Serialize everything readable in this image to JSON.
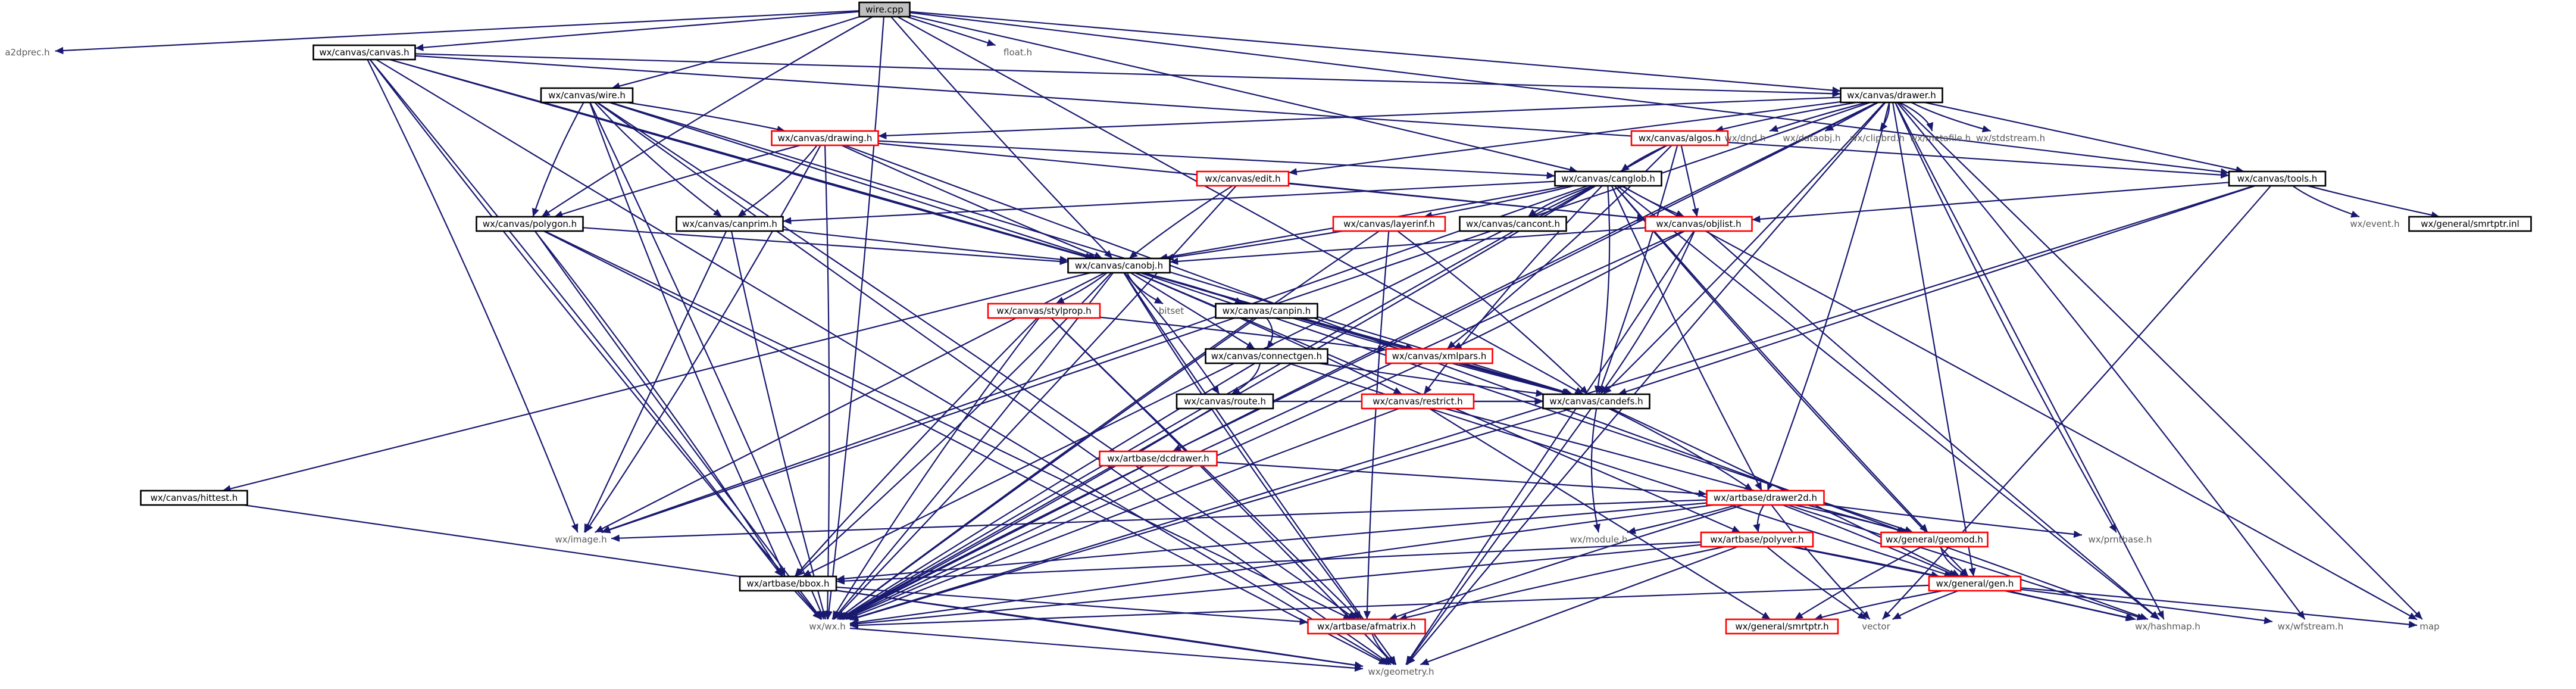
{
  "colors": {
    "edge": "#191970",
    "box_border": "#000000",
    "red_border": "#ff0000",
    "root_fill": "#bfbfbf",
    "box_fill": "#ffffff"
  },
  "nodes": [
    {
      "id": "wire_cpp",
      "label": "wire.cpp",
      "style": "root"
    },
    {
      "id": "a2dprec",
      "label": "a2dprec.h",
      "style": "plain"
    },
    {
      "id": "canvas_h",
      "label": "wx/canvas/canvas.h",
      "style": "black"
    },
    {
      "id": "float_h",
      "label": "float.h",
      "style": "plain"
    },
    {
      "id": "drawer_h",
      "label": "wx/canvas/drawer.h",
      "style": "black"
    },
    {
      "id": "wire_h",
      "label": "wx/canvas/wire.h",
      "style": "black"
    },
    {
      "id": "drawing_h",
      "label": "wx/canvas/drawing.h",
      "style": "red"
    },
    {
      "id": "algos_h",
      "label": "wx/canvas/algos.h",
      "style": "red"
    },
    {
      "id": "dnd_h",
      "label": "wx/dnd.h",
      "style": "plain"
    },
    {
      "id": "dataobj_h",
      "label": "wx/dataobj.h",
      "style": "plain"
    },
    {
      "id": "clipbrd_h",
      "label": "wx/clipbrd.h",
      "style": "plain"
    },
    {
      "id": "metafile_h",
      "label": "wx/metafile.h",
      "style": "plain"
    },
    {
      "id": "stdstream_h",
      "label": "wx/stdstream.h",
      "style": "plain"
    },
    {
      "id": "edit_h",
      "label": "wx/canvas/edit.h",
      "style": "red"
    },
    {
      "id": "canglob_h",
      "label": "wx/canvas/canglob.h",
      "style": "black"
    },
    {
      "id": "tools_h",
      "label": "wx/canvas/tools.h",
      "style": "black"
    },
    {
      "id": "polygon_h",
      "label": "wx/canvas/polygon.h",
      "style": "black"
    },
    {
      "id": "canprim_h",
      "label": "wx/canvas/canprim.h",
      "style": "black"
    },
    {
      "id": "layerinf_h",
      "label": "wx/canvas/layerinf.h",
      "style": "red"
    },
    {
      "id": "cancont_h",
      "label": "wx/canvas/cancont.h",
      "style": "black"
    },
    {
      "id": "objlist_h",
      "label": "wx/canvas/objlist.h",
      "style": "red"
    },
    {
      "id": "event_h",
      "label": "wx/event.h",
      "style": "plain"
    },
    {
      "id": "smrtptr_h",
      "label": "wx/general/smrtptr.inl",
      "style": "black"
    },
    {
      "id": "canobj_h",
      "label": "wx/canvas/canobj.h",
      "style": "black"
    },
    {
      "id": "stylprop_h",
      "label": "wx/canvas/stylprop.h",
      "style": "red"
    },
    {
      "id": "canpin_h",
      "label": "wx/canvas/canpin.h",
      "style": "black"
    },
    {
      "id": "bitset",
      "label": "bitset",
      "style": "plain"
    },
    {
      "id": "xmlpars_h",
      "label": "wx/canvas/xmlpars.h",
      "style": "red"
    },
    {
      "id": "connectgen_h",
      "label": "wx/canvas/connectgen.h",
      "style": "black"
    },
    {
      "id": "route_h",
      "label": "wx/canvas/route.h",
      "style": "black"
    },
    {
      "id": "restrict_h",
      "label": "wx/canvas/restrict.h",
      "style": "red"
    },
    {
      "id": "candefs_h",
      "label": "wx/canvas/candefs.h",
      "style": "black"
    },
    {
      "id": "hittest_h",
      "label": "wx/canvas/hittest.h",
      "style": "black"
    },
    {
      "id": "dcdrawer_h",
      "label": "wx/artbase/dcdrawer.h",
      "style": "red"
    },
    {
      "id": "drawer2d_h",
      "label": "wx/artbase/drawer2d.h",
      "style": "red"
    },
    {
      "id": "image_h",
      "label": "wx/image.h",
      "style": "plain"
    },
    {
      "id": "module_h",
      "label": "wx/module.h",
      "style": "plain"
    },
    {
      "id": "geomod_h",
      "label": "wx/general/geomod.h",
      "style": "red"
    },
    {
      "id": "prntbase_h",
      "label": "wx/prntbase.h",
      "style": "plain"
    },
    {
      "id": "polyver_h",
      "label": "wx/artbase/polyver.h",
      "style": "red"
    },
    {
      "id": "bbox_h",
      "label": "wx/artbase/bbox.h",
      "style": "black"
    },
    {
      "id": "gen_h",
      "label": "wx/general/gen.h",
      "style": "red"
    },
    {
      "id": "wx_h",
      "label": "wx/wx.h",
      "style": "plain"
    },
    {
      "id": "afmatrix_h",
      "label": "wx/artbase/afmatrix.h",
      "style": "red"
    },
    {
      "id": "smrtptr2_h",
      "label": "wx/general/smrtptr.h",
      "style": "red"
    },
    {
      "id": "vector",
      "label": "vector",
      "style": "plain"
    },
    {
      "id": "hashmap_h",
      "label": "wx/hashmap.h",
      "style": "plain"
    },
    {
      "id": "wfstream_h",
      "label": "wx/wfstream.h",
      "style": "plain"
    },
    {
      "id": "map",
      "label": "map",
      "style": "plain"
    },
    {
      "id": "geometry_h",
      "label": "wx/geometry.h",
      "style": "plain"
    }
  ]
}
